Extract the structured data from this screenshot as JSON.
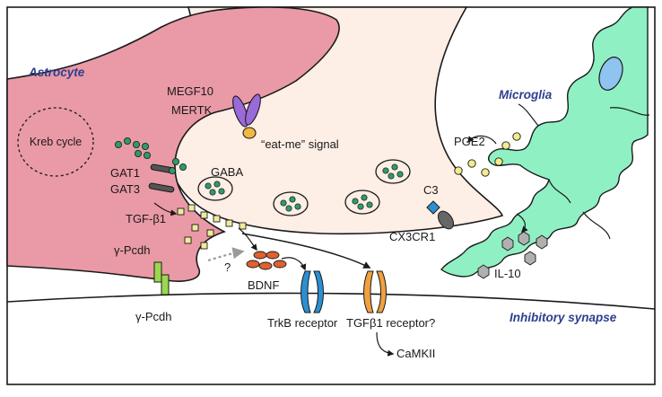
{
  "cells": {
    "astrocyte": "Astrocyte",
    "microglia": "Microglia",
    "synapse": "Inhibitory synapse"
  },
  "labels": {
    "kreb_cycle": "Kreb cycle",
    "megf10": "MEGF10",
    "mertk": "MERTK",
    "eat_me": "“eat-me” signal",
    "pge2": "PGE2",
    "gat1": "GAT1",
    "gat3": "GAT3",
    "gaba": "GABA",
    "tgfb1": "TGF-β1",
    "c3": "C3",
    "cx3cr1": "CX3CR1",
    "il10": "IL-10",
    "gpcdh_top": "γ-Pcdh",
    "gpcdh_bottom": "γ-Pcdh",
    "question": "?",
    "bdnf": "BDNF",
    "trkb": "TrkB receptor",
    "tgfb1_receptor": "TGFβ1 receptor?",
    "camkii": "CaMKII"
  },
  "colors": {
    "astrocyte_fill": "#e99aa6",
    "presynaptic_fill": "#fdeee6",
    "microglia_fill": "#8ff0c4",
    "microglia_nucleus": "#8fc3f0",
    "gaba_dot": "#2f9a6a",
    "tgf_square": "#f1ec9c",
    "pge2_dot": "#f4ec8c",
    "bdnf_oval": "#e0602e",
    "trkb": "#2b8fd0",
    "tgf_receptor": "#f0a040",
    "pcdh": "#9ad84e",
    "megf10": "#9a6ad8",
    "eat_me_dot": "#f0b840",
    "c3_diamond": "#2b8fd0",
    "il10_hex": "#b0b0b0",
    "title_blue": "#2d3f8e"
  }
}
